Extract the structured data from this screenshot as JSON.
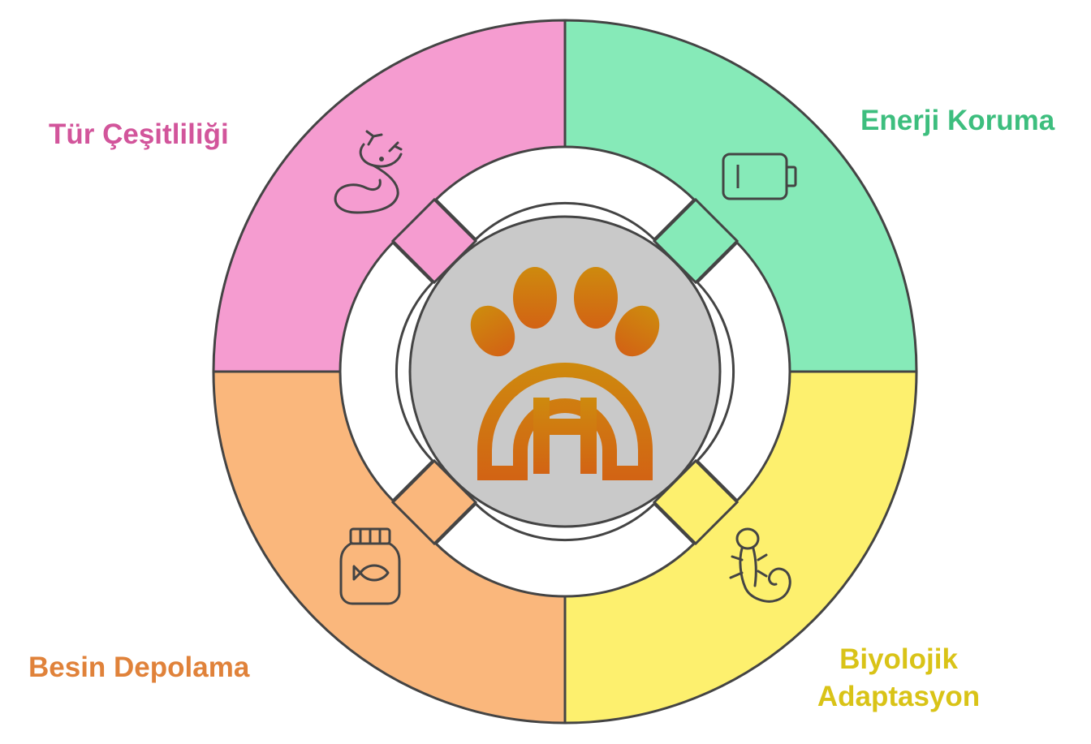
{
  "segments": [
    {
      "id": "tl",
      "label": "Tür Çeşitliliği",
      "fill": "#F59CD0",
      "text_color": "#D2559B",
      "icon": "deer-icon"
    },
    {
      "id": "tr",
      "label": "Enerji Koruma",
      "fill": "#86EAB8",
      "text_color": "#3DBE7E",
      "icon": "battery-icon"
    },
    {
      "id": "bl",
      "label": "Besin Depolama",
      "fill": "#FAB77C",
      "text_color": "#E0823A",
      "icon": "fish-jar-icon"
    },
    {
      "id": "br",
      "label": "Biyolojik Adaptasyon",
      "fill": "#FDF06E",
      "text_color": "#D9C317",
      "icon": "salamander-icon"
    }
  ],
  "center": {
    "fill": "#C9C9C9",
    "icon": "paw-logo-icon",
    "icon_color": "#C97A0C"
  },
  "outline_color": "#444444"
}
